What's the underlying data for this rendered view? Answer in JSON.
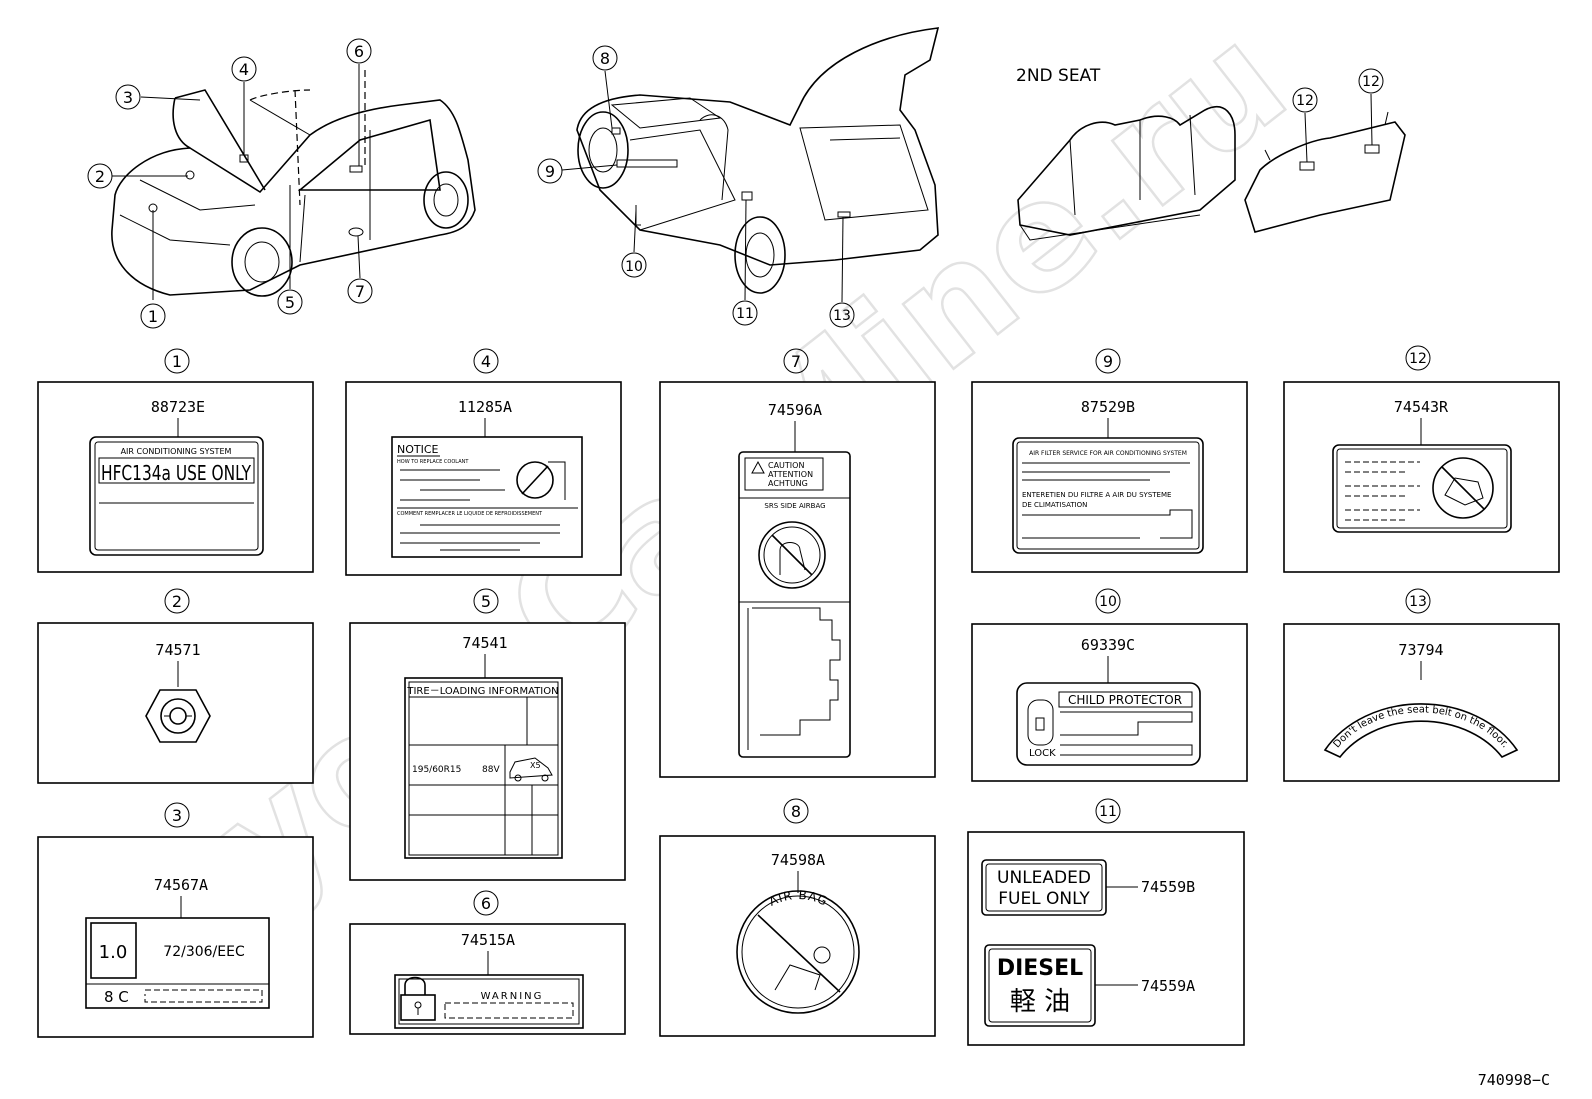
{
  "header": {
    "seat_label": "2ND SEAT"
  },
  "callouts": [
    "1",
    "2",
    "3",
    "4",
    "5",
    "6",
    "7",
    "8",
    "9",
    "10",
    "11",
    "12",
    "13"
  ],
  "watermark": "ToyotaCarMine.ru",
  "parts": {
    "p1": {
      "num": "88723E",
      "line1": "AIR CONDITIONING SYSTEM",
      "line2": "HFC134a USE ONLY"
    },
    "p2": {
      "num": "74571"
    },
    "p3": {
      "num": "74567A",
      "value": "1.0",
      "code": "72/306/EEC",
      "bottom": "8 C"
    },
    "p4": {
      "num": "11285A",
      "notice": "NOTICE",
      "sub1": "HOW TO REPLACE COOLANT",
      "sub2": "COMMENT REMPLACER LE LIQUIDE DE REFROIDISSEMENT"
    },
    "p5": {
      "num": "74541",
      "title": "TIRE－LOADING INFORMATION",
      "tire": "195/60R15",
      "speed": "88V",
      "count": "X5"
    },
    "p6": {
      "num": "74515A",
      "warning": "WARNING"
    },
    "p7": {
      "num": "74596A",
      "caution": "CAUTION",
      "attention": "ATTENTION",
      "achtung": "ACHTUNG",
      "airbag": "SRS SIDE AIRBAG"
    },
    "p8": {
      "num": "74598A",
      "label": "AIR BAG"
    },
    "p9": {
      "num": "87529B",
      "line1": "AIR FILTER SERVICE FOR AIR CONDITIONING SYSTEM",
      "line2": "ENTERETIEN DU FILTRE A AIR DU SYSTEME",
      "line3": "DE CLIMATISATION"
    },
    "p10": {
      "num": "69339C",
      "title": "CHILD PROTECTOR",
      "lock": "LOCK"
    },
    "p11": {
      "num_a": "74559B",
      "num_b": "74559A",
      "unleaded1": "UNLEADED",
      "unleaded2": "FUEL  ONLY",
      "diesel": "DIESEL",
      "kanji": "軽 油"
    },
    "p12": {
      "num": "74543R"
    },
    "p13": {
      "num": "73794",
      "arc_text": "Don't leave the seat belt on the floor."
    }
  },
  "footer": {
    "code": "740998−C"
  }
}
